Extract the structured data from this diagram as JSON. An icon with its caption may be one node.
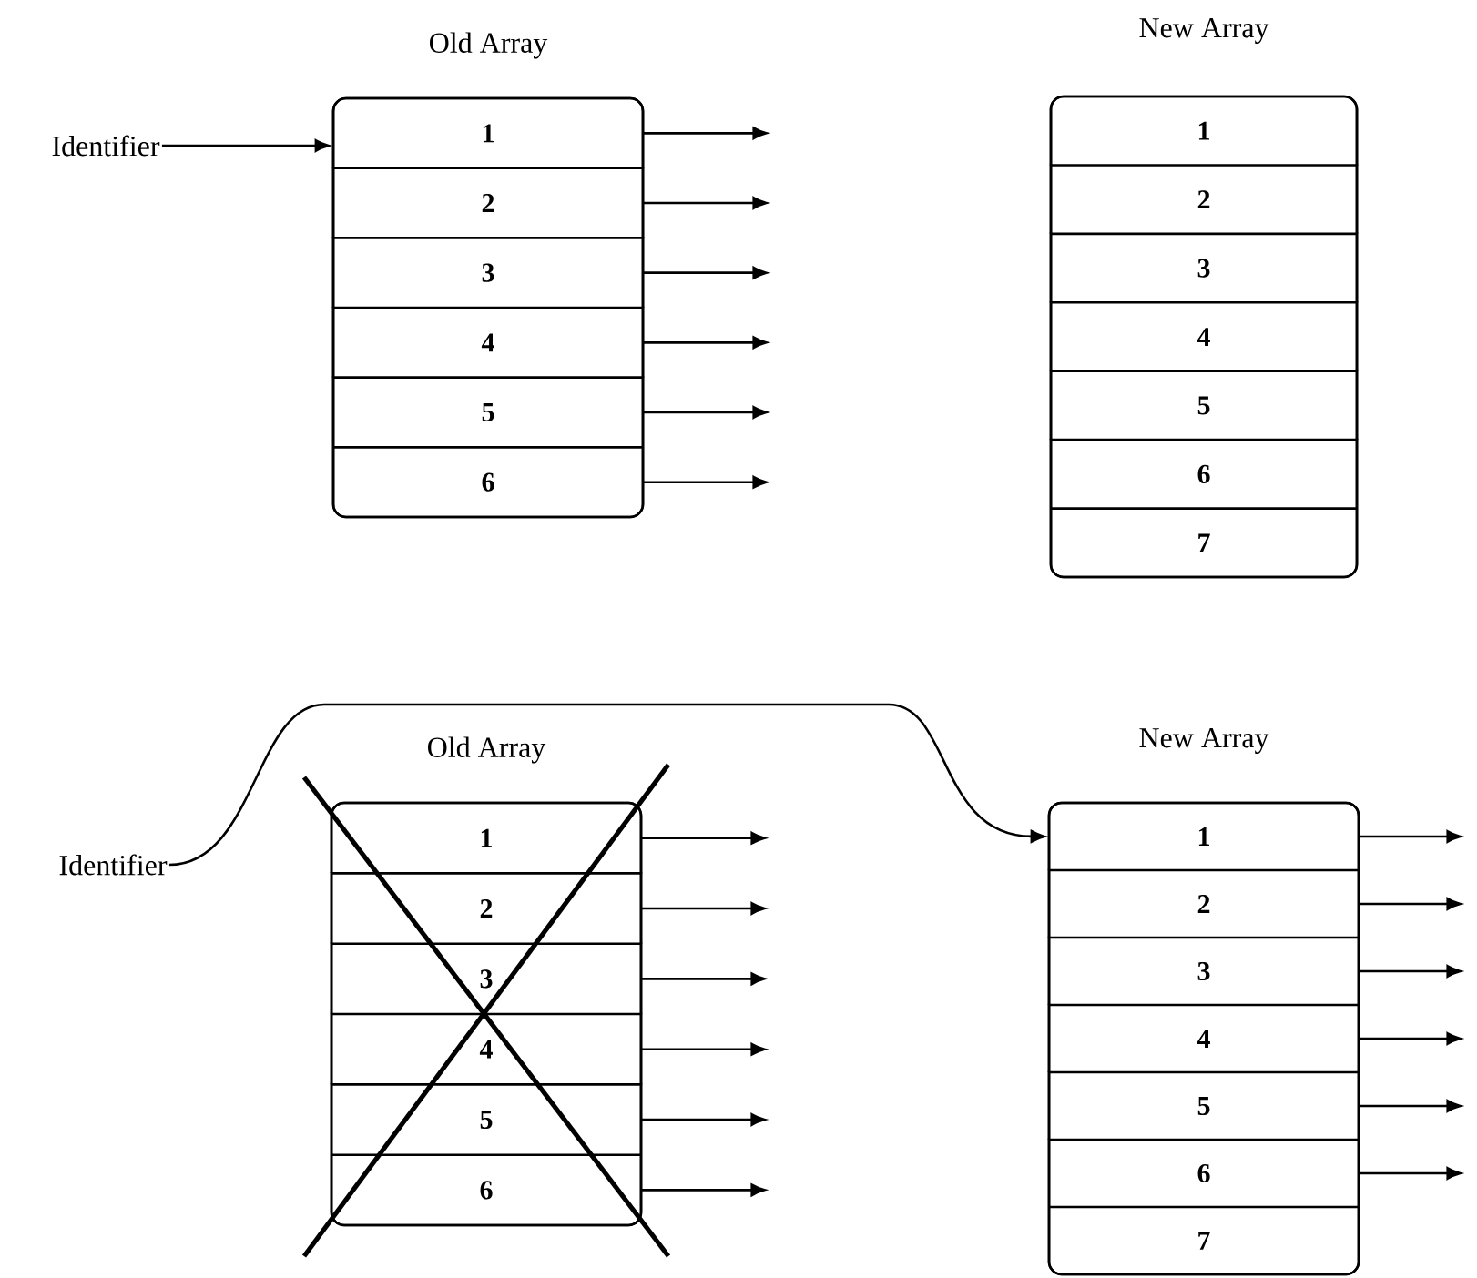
{
  "diagram": {
    "nodes": [
      {
        "text": [
          "Identifier"
        ]
      },
      {
        "text": [
          "Old Array"
        ]
      },
      {
        "text": [
          "1"
        ],
        "in": 1
      },
      {
        "text": [
          "2"
        ],
        "in": 1
      },
      {
        "text": [
          "3"
        ],
        "in": 1
      },
      {
        "text": [
          "4"
        ],
        "in": 1
      },
      {
        "text": [
          "5"
        ],
        "in": 1
      },
      {
        "text": [
          "6"
        ],
        "in": 1
      },
      {
        "text": [
          "New Array"
        ]
      },
      {
        "text": [
          "1"
        ],
        "in": 8
      },
      {
        "text": [
          "2"
        ],
        "in": 8
      },
      {
        "text": [
          "3"
        ],
        "in": 8
      },
      {
        "text": [
          "4"
        ],
        "in": 8
      },
      {
        "text": [
          "5"
        ],
        "in": 8
      },
      {
        "text": [
          "6"
        ],
        "in": 8
      },
      {
        "text": [
          "7"
        ],
        "in": 8
      },
      {
        "text": [
          "Identifier"
        ]
      },
      {
        "text": [
          "Old Array"
        ]
      },
      {
        "text": [
          "1"
        ],
        "in": 17
      },
      {
        "text": [
          "2"
        ],
        "in": 17
      },
      {
        "text": [
          "3"
        ],
        "in": 17
      },
      {
        "text": [
          "4"
        ],
        "in": 17
      },
      {
        "text": [
          "5"
        ],
        "in": 17
      },
      {
        "text": [
          "6"
        ],
        "in": 17
      },
      {
        "text": [
          "New Array"
        ]
      },
      {
        "text": [
          "1"
        ],
        "in": 24
      },
      {
        "text": [
          "2"
        ],
        "in": 24
      },
      {
        "text": [
          "3"
        ],
        "in": 24
      },
      {
        "text": [
          "4"
        ],
        "in": 24
      },
      {
        "text": [
          "5"
        ],
        "in": 24
      },
      {
        "text": [
          "6"
        ],
        "in": 24
      },
      {
        "text": [
          "7"
        ],
        "in": 24
      }
    ],
    "edges": [
      {
        "from": 0,
        "to": 2,
        "arrow": "to"
      },
      {
        "from": 2,
        "to": null,
        "arrow": "to"
      },
      {
        "from": 3,
        "to": null,
        "arrow": "to"
      },
      {
        "from": 4,
        "to": null,
        "arrow": "to"
      },
      {
        "from": 5,
        "to": null,
        "arrow": "to"
      },
      {
        "from": 6,
        "to": null,
        "arrow": "to"
      },
      {
        "from": 7,
        "to": null,
        "arrow": "to"
      },
      {
        "from": 16,
        "to": 25,
        "arrow": "to"
      },
      {
        "from": 18,
        "to": null,
        "arrow": "to"
      },
      {
        "from": 19,
        "to": null,
        "arrow": "to"
      },
      {
        "from": 20,
        "to": null,
        "arrow": "to"
      },
      {
        "from": 21,
        "to": null,
        "arrow": "to"
      },
      {
        "from": 22,
        "to": null,
        "arrow": "to"
      },
      {
        "from": 23,
        "to": null,
        "arrow": "to"
      },
      {
        "from": 25,
        "to": null,
        "arrow": "to"
      },
      {
        "from": 26,
        "to": null,
        "arrow": "to"
      },
      {
        "from": 27,
        "to": null,
        "arrow": "to"
      },
      {
        "from": 28,
        "to": null,
        "arrow": "to"
      },
      {
        "from": 29,
        "to": null,
        "arrow": "to"
      },
      {
        "from": 30,
        "to": null,
        "arrow": "to"
      }
    ]
  }
}
